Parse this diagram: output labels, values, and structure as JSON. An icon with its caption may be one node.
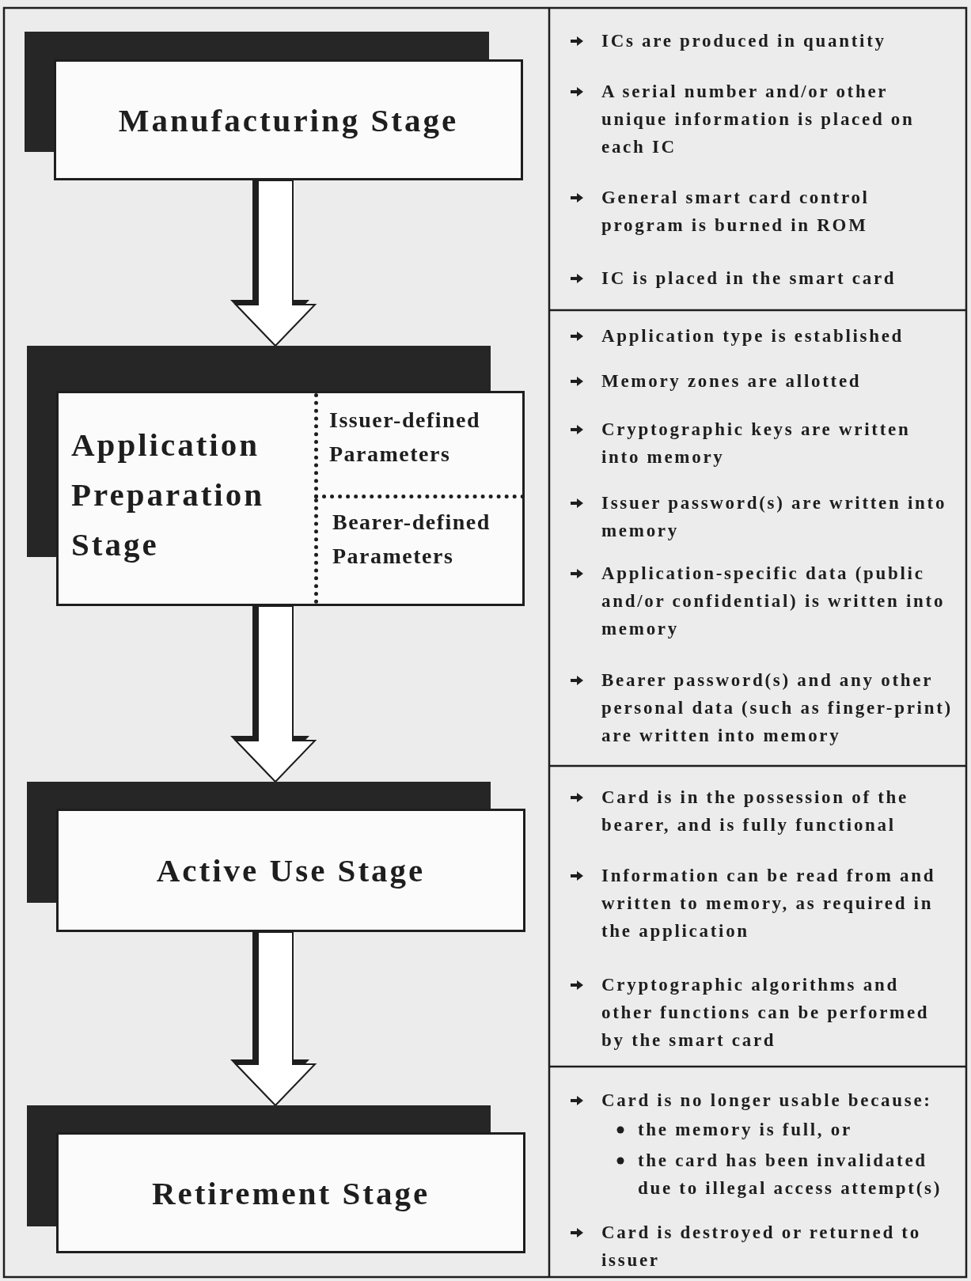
{
  "diagram": {
    "nodes": [
      {
        "text": [
          "Manufacturing Stage"
        ]
      },
      {
        "text": [
          "Application Preparation Stage"
        ]
      },
      {
        "text": [
          "Issuer-defined Parameters"
        ],
        "in": 1
      },
      {
        "text": [
          "Bearer-defined Parameters"
        ],
        "in": 1
      },
      {
        "text": [
          "Active Use Stage"
        ]
      },
      {
        "text": [
          "Retirement Stage"
        ]
      }
    ],
    "edges": [
      {
        "from": 0,
        "to": 1,
        "arrow": "to"
      },
      {
        "from": 1,
        "to": 4,
        "arrow": "to"
      },
      {
        "from": 4,
        "to": 5,
        "arrow": "to"
      }
    ],
    "labels": [
      "ICs are produced in quantity",
      "A serial number and/or other unique information is placed on each IC",
      "General smart card control program is burned in ROM",
      "IC is placed in the smart card",
      "Application type is established",
      "Memory zones are allotted",
      "Cryptographic keys are written into memory",
      "Issuer password(s) are written into memory",
      "Application-specific data (public and/or confidential) is written into memory",
      "Bearer password(s) and any other personal data (such as finger-print) are written into memory",
      "Card is in the possession of the bearer, and is fully functional",
      "Information can be read from and written to memory, as required in the application",
      "Cryptographic algorithms and other functions can be performed by the smart card",
      "Card is no longer usable because:",
      "the memory is full, or",
      "the card has been invalidated due to illegal access attempt(s)",
      "Card is destroyed or returned to issuer"
    ]
  }
}
